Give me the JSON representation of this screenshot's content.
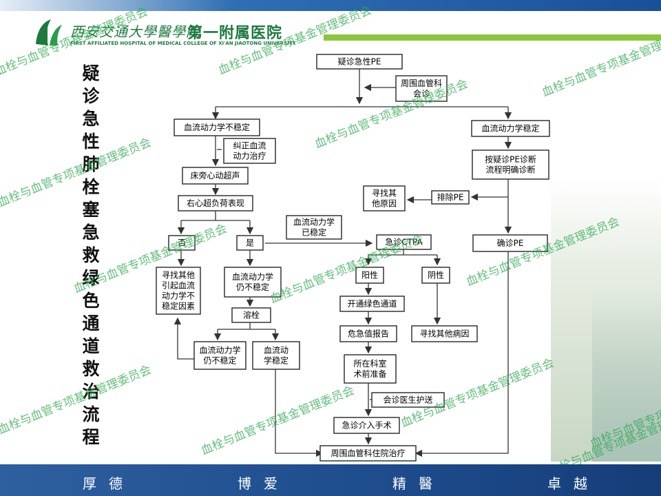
{
  "header": {
    "logo_script": "西安交通大學醫學院",
    "logo_name": "第一附属医院",
    "logo_english": "FIRST AFFILIATED HOSPITAL OF MEDICAL COLLEGE OF XI'AN JIAOTONG UNIVERSITY",
    "logo_icon": "hospital-logo-icon"
  },
  "title": "疑诊急性肺栓塞急救绿色通道救治流程",
  "watermark": "血栓与血管专项基金管理委员会",
  "footer": [
    "厚德",
    "博爱",
    "精醫",
    "卓越"
  ],
  "nodes": {
    "suspect_pe": "疑诊急性PE",
    "consult": [
      "周围血管科",
      "会诊"
    ],
    "unstable": "血流动力学不稳定",
    "correct": [
      "纠正血流",
      "动力治疗"
    ],
    "echo": "床旁心动超声",
    "rv_overload": "右心超负荷表现",
    "no": "否",
    "yes": "是",
    "find_other_unstable": [
      "寻找其他",
      "引起血流",
      "动力学不",
      "稳定因素"
    ],
    "still_unstable": [
      "血流动力学",
      "仍不稳定"
    ],
    "thrombolysis": "溶栓",
    "still_unstable2": [
      "血流动力学",
      "仍不稳定"
    ],
    "stable_after": [
      "血流动",
      "学稳定"
    ],
    "stabilized": [
      "血流动力学",
      "已稳定"
    ],
    "ctpa": "急诊CTPA",
    "positive": "阳性",
    "negative": "阴性",
    "green_channel": "开通绿色通道",
    "critical_report": "危急值报告",
    "preop": [
      "所在科室",
      "术前准备"
    ],
    "escort": "会诊医生护送",
    "intervention": "急诊介入手术",
    "find_other_cause": "寻找其他病因",
    "stable": "血流动力学稳定",
    "per_suspect": [
      "按疑诊PE诊断",
      "流程明确诊断"
    ],
    "exclude": "排除PE",
    "find_other": [
      "寻找其",
      "他原因"
    ],
    "confirm": "确诊PE",
    "admit": "周围血管科住院治疗"
  }
}
